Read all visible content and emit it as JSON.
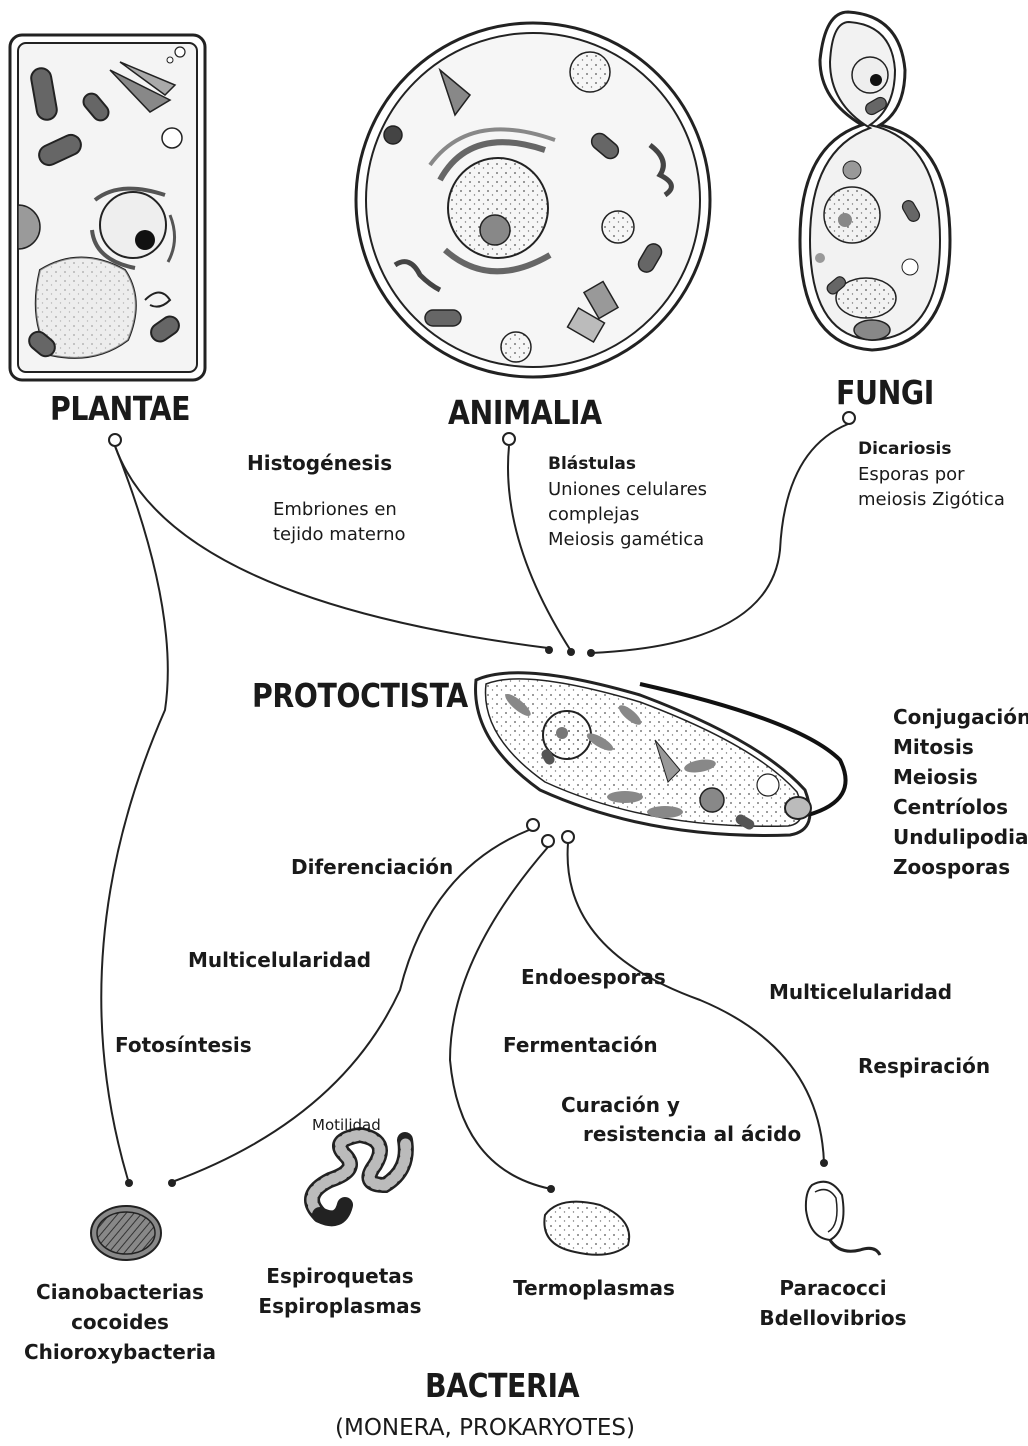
{
  "kingdoms": {
    "plantae": "PLANTAE",
    "animalia": "ANIMALIA",
    "fungi": "FUNGI",
    "protoctista": "PROTOCTISTA",
    "bacteria": "BACTERIA",
    "bacteria_sub": "(MONERA, PROKARYOTES)"
  },
  "plantae_features": {
    "title": "Histogénesis",
    "line1": "Embriones en",
    "line2": "tejido materno"
  },
  "animalia_features": {
    "title": "Blástulas",
    "line1": "Uniones celulares",
    "line2": "complejas",
    "line3": "Meiosis gamética"
  },
  "fungi_features": {
    "title": "Dicariosis",
    "line1": "Esporas por",
    "line2": "meiosis Zigótica"
  },
  "protoctista_features": [
    "Conjugación",
    "Mitosis",
    "Meiosis",
    "Centríolos",
    "Undulipodia",
    "Zoosporas"
  ],
  "branch_labels": {
    "diferenciacion": "Diferenciación",
    "multicelularidad_left": "Multicelularidad",
    "fotosintesis": "Fotosíntesis",
    "endoesporas": "Endoesporas",
    "fermentacion": "Fermentación",
    "curacion_1": "Curación y",
    "curacion_2": "resistencia al ácido",
    "multicelularidad_right": "Multicelularidad",
    "respiracion": "Respiración",
    "motilidad": "Motilidad"
  },
  "bacteria_groups": {
    "ciano_1": "Cianobacterias",
    "ciano_2": "cocoides",
    "ciano_3": "Chioroxybacteria",
    "espiro_1": "Espiroquetas",
    "espiro_2": "Espiroplasmas",
    "termo": "Termoplasmas",
    "para_1": "Paracocci",
    "para_2": "Bdellovibrios"
  }
}
